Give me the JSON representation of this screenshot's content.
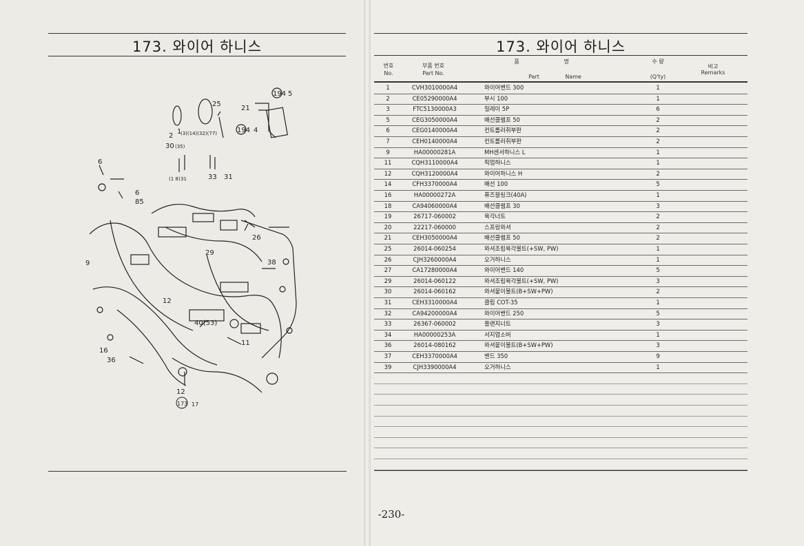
{
  "left_page": {
    "title": "173. 와이어 하니스",
    "callouts": [
      "194",
      "5",
      "25",
      "21",
      "194",
      "4",
      "2",
      "1",
      "(3)(14)(32)(77)",
      "30",
      "(35)",
      "6",
      "6",
      "85",
      "(1 8)",
      "31",
      "33",
      "31",
      "9",
      "26",
      "29",
      "38",
      "12",
      "40(53)",
      "11",
      "16",
      "36",
      "12",
      "173",
      "17"
    ]
  },
  "right_page": {
    "title": "173. 와이어 하니스",
    "headers": {
      "no_ko": "번호",
      "no_en": "No.",
      "part_ko": "부품 번호",
      "part_en": "Part  No.",
      "name_ko_1": "품",
      "name_ko_2": "명",
      "name_en_1": "Part",
      "name_en_2": "Name",
      "qty_ko": "수  량",
      "qty_en": "(Q'ty)",
      "remarks_ko": "비고",
      "remarks_en": "Remarks"
    },
    "rows": [
      {
        "no": "1",
        "part": "CVH3010000A4",
        "name": "와이어밴드 300",
        "qty": "1"
      },
      {
        "no": "2",
        "part": "CE05290000A4",
        "name": "부시 100",
        "qty": "1"
      },
      {
        "no": "3",
        "part": "FTC5130000A3",
        "name": "릴레이 5P",
        "qty": "6"
      },
      {
        "no": "5",
        "part": "CEG3050000A4",
        "name": "배선클램프 50",
        "qty": "2"
      },
      {
        "no": "6",
        "part": "CEG0140000A4",
        "name": "컨트롤러취부판",
        "qty": "2"
      },
      {
        "no": "7",
        "part": "CEH0140000A4",
        "name": "컨트롤러취부판",
        "qty": "2"
      },
      {
        "no": "9",
        "part": "HA00000281A",
        "name": "MH센서하니스 L",
        "qty": "1"
      },
      {
        "no": "11",
        "part": "CQH3110000A4",
        "name": "픽업하니스",
        "qty": "1"
      },
      {
        "no": "12",
        "part": "CQH3120000A4",
        "name": "와이어하니스 H",
        "qty": "2"
      },
      {
        "no": "14",
        "part": "CFH3370000A4",
        "name": "배선 100",
        "qty": "5"
      },
      {
        "no": "16",
        "part": "HA00000272A",
        "name": "퓨즈블링크(40A)",
        "qty": "1"
      },
      {
        "no": "18",
        "part": "CA94060000A4",
        "name": "배선클램프 30",
        "qty": "3"
      },
      {
        "no": "19",
        "part": "26717-060002",
        "name": "육각너트",
        "qty": "2"
      },
      {
        "no": "20",
        "part": "22217-060000",
        "name": "스프링와셔",
        "qty": "2"
      },
      {
        "no": "21",
        "part": "CEH3050000A4",
        "name": "배선클램프 50",
        "qty": "2"
      },
      {
        "no": "25",
        "part": "26014-060254",
        "name": "와셔조립육각볼트(+SW, PW)",
        "qty": "1"
      },
      {
        "no": "26",
        "part": "CJH3260000A4",
        "name": "오거하니스",
        "qty": "1"
      },
      {
        "no": "27",
        "part": "CA17280000A4",
        "name": "와이어밴드 140",
        "qty": "5"
      },
      {
        "no": "29",
        "part": "26014-060122",
        "name": "와셔조립육각볼트(+SW, PW)",
        "qty": "3"
      },
      {
        "no": "30",
        "part": "26014-060162",
        "name": "와셔붙이볼트(B+SW+PW)",
        "qty": "2"
      },
      {
        "no": "31",
        "part": "CEH3310000A4",
        "name": "클립 COT-35",
        "qty": "1"
      },
      {
        "no": "32",
        "part": "CA94200000A4",
        "name": "와이어밴드 250",
        "qty": "5"
      },
      {
        "no": "33",
        "part": "26367-060002",
        "name": "플랜지너트",
        "qty": "3"
      },
      {
        "no": "34",
        "part": "HA00000253A",
        "name": "서지업소버",
        "qty": "1"
      },
      {
        "no": "36",
        "part": "26014-080162",
        "name": "와셔붙이볼트(B+SW+PW)",
        "qty": "3"
      },
      {
        "no": "37",
        "part": "CEH3370000A4",
        "name": "밴드 350",
        "qty": "9"
      },
      {
        "no": "39",
        "part": "CJH3390000A4",
        "name": "오거하니스",
        "qty": "1"
      }
    ],
    "empty_rows": 9
  },
  "page_number": "-230-"
}
